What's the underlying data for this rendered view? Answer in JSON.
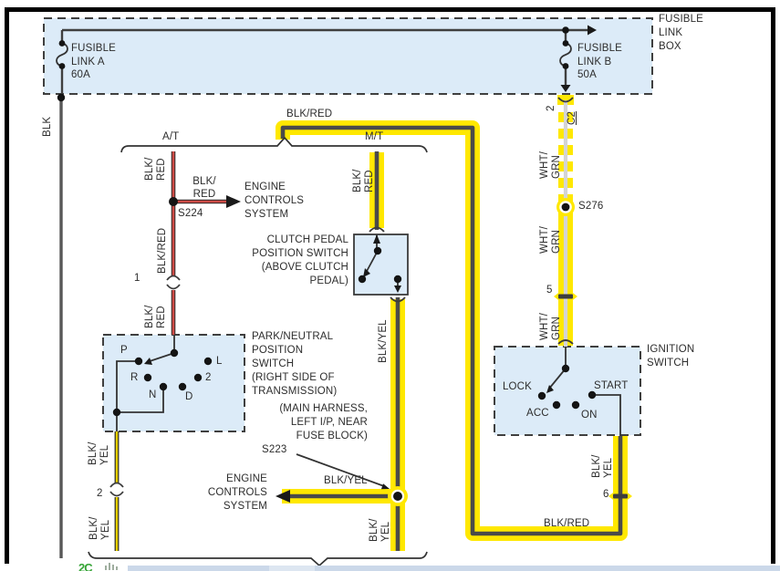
{
  "colors": {
    "highlight": "#ffe800",
    "wire_dark": "#4a4a4a",
    "wire_light": "#d4d4d4",
    "wire_red": "#cd4a45",
    "wire_yellow": "#e6cf00",
    "box_fill": "#dcebf8",
    "box_border": "#3f3f3f",
    "frame": "#000000",
    "text": "#2d2d2d",
    "taskbar": "#cbd8e9",
    "logo_green": "#35a436"
  },
  "diagram": {
    "fusible_link_box_label": "FUSIBLE\nLINK\nBOX",
    "fusible_link_a": "FUSIBLE\nLINK A\n60A",
    "fusible_link_b": "FUSIBLE\nLINK B\n50A",
    "blk": "BLK",
    "at": "A/T",
    "mt": "M/T",
    "blk_red_1l": "BLK/RED",
    "blk_red_2l": "BLK/\nRED",
    "blk_yel_1l": "BLK/YEL",
    "blk_yel_2l": "BLK/\nYEL",
    "wht_grn_2l": "WHT/\nGRN",
    "engine_controls": "ENGINE\nCONTROLS\nSYSTEM",
    "s224": "S224",
    "s223": "S223",
    "s276": "S276",
    "c2": "C2",
    "pin1": "1",
    "pin2": "2",
    "pin2_c2": "2",
    "pin5": "5",
    "pin6": "6",
    "clutch_switch": "CLUTCH PEDAL\nPOSITION SWITCH\n(ABOVE CLUTCH\nPEDAL)",
    "pn_switch": "PARK/NEUTRAL\nPOSITION\nSWITCH\n(RIGHT SIDE OF\nTRANSMISSION)",
    "main_harness": "(MAIN HARNESS,\nLEFT I/P, NEAR\nFUSE BLOCK)",
    "ignition_switch": "IGNITION\nSWITCH",
    "positions": {
      "p": "P",
      "r": "R",
      "n": "N",
      "d": "D",
      "l": "L",
      "two": "2"
    },
    "ignition_positions": {
      "lock": "LOCK",
      "acc": "ACC",
      "on": "ON",
      "start": "START"
    }
  },
  "bottom_bar": {
    "logo": "2C"
  }
}
